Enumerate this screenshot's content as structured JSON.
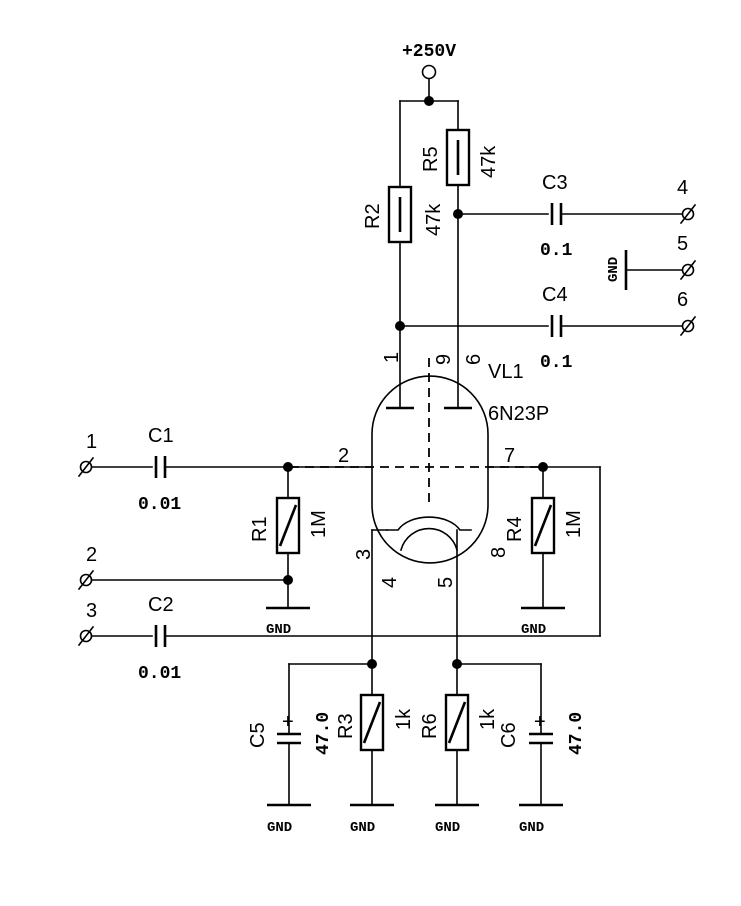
{
  "supply": {
    "label": "+250V"
  },
  "tube": {
    "designator": "VL1",
    "part": "6N23P"
  },
  "pins": {
    "p1": "1",
    "p2": "2",
    "p3": "3",
    "p4": "4",
    "p5": "5",
    "p6": "6",
    "p7": "7",
    "p8": "8",
    "p9": "9"
  },
  "terminals": {
    "t1": "1",
    "t2": "2",
    "t3": "3",
    "t4": "4",
    "t5": "5",
    "t6": "6"
  },
  "components": {
    "R1": {
      "name": "R1",
      "value": "1M"
    },
    "R2": {
      "name": "R2",
      "value": "47k"
    },
    "R3": {
      "name": "R3",
      "value": "1k"
    },
    "R4": {
      "name": "R4",
      "value": "1M"
    },
    "R5": {
      "name": "R5",
      "value": "47k"
    },
    "R6": {
      "name": "R6",
      "value": "1k"
    },
    "C1": {
      "name": "C1",
      "value": "0.01"
    },
    "C2": {
      "name": "C2",
      "value": "0.01"
    },
    "C3": {
      "name": "C3",
      "value": "0.1"
    },
    "C4": {
      "name": "C4",
      "value": "0.1"
    },
    "C5": {
      "name": "C5",
      "value": "47.0"
    },
    "C6": {
      "name": "C6",
      "value": "47.0"
    }
  },
  "ground": {
    "label": "GND"
  },
  "polarity": {
    "plus": "+"
  }
}
